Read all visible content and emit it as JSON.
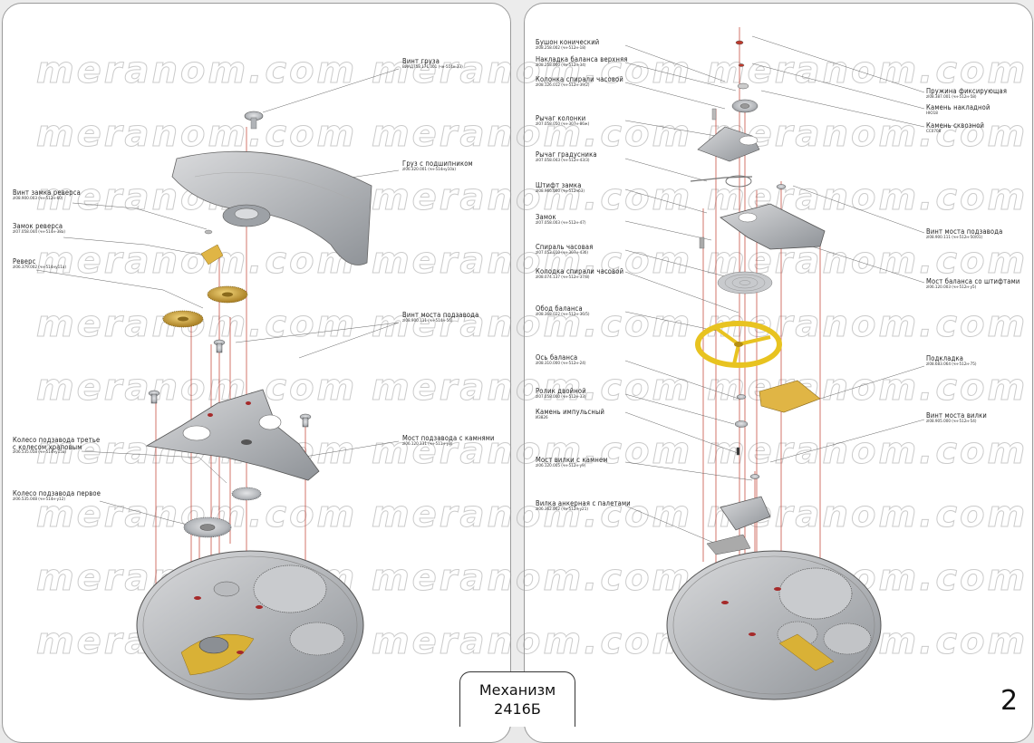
{
  "title": {
    "line1": "Механизм",
    "line2": "2416Б"
  },
  "page_number": "2",
  "watermark": "meranom.com",
  "accent_colors": {
    "leader_line": "#c0392b",
    "brass": "#d6a93a",
    "balance_wheel": "#e8c320",
    "steel": "#b8babd"
  },
  "labels": [
    {
      "text": "Винт груза",
      "code": "ВИАД758.171.001 (чн-514н-33)"
    },
    {
      "text": "Груз с подшипником",
      "code": "zl06.320.001 (чн-514нy10a)"
    },
    {
      "text": "Винт замка реверса",
      "code": "zl08.900.003 (чн-512н-60)"
    },
    {
      "text": "Замок реверса",
      "code": "zl07.058.044 (чн-514н-38a)"
    },
    {
      "text": "Реверс",
      "code": "zl06.379.002 (чн-514нy11a)"
    },
    {
      "text": "Винт моста подзавода",
      "code": "zl08.900.111 (чн-514н-56)"
    },
    {
      "text": "Колесо подзавода третье",
      "text2": "с колесом храповым",
      "code": "zl06.535.058 (чн-514нy15a)"
    },
    {
      "text": "Мост подзавода с камнями",
      "code": "zl06.120.131 (чн-511н-y3)"
    },
    {
      "text": "Колесо подзавода первое",
      "code": "zl06.535.048 (чн-514н-y12)"
    },
    {
      "text": "Бушон конический",
      "code": "zl08.258.002 (чн-512н-18)"
    },
    {
      "text": "Накладка баланса верхняя",
      "code": "zl08.258.000 (чн-512н-34)"
    },
    {
      "text": "Колонка спирали часовой",
      "code": "zl08.126.012 (чн-512н-39/2)"
    },
    {
      "text": "Рычаг колонки",
      "code": "zl07.058.050 (чн-307н-86ж)"
    },
    {
      "text": "Рычаг градусника",
      "code": "zl07.058.043 (чн-512н-43/3)"
    },
    {
      "text": "Штифт замка",
      "code": "zl08.966.000 (чн-512н63)"
    },
    {
      "text": "Замок",
      "code": "zl07.058.003 (чн-512н-47)"
    },
    {
      "text": "Спираль часовая",
      "code": "zl07.053.010 (чн-307н-43б)"
    },
    {
      "text": "Колодка спирали часовой",
      "code": "zl08.074.137 (чн-512н-37/8)"
    },
    {
      "text": "Обод баланса",
      "code": "zl08.368.022 (чн-512н-36/5)"
    },
    {
      "text": "Ось баланса",
      "code": "zl08.310.000 (чн-512н-24)"
    },
    {
      "text": "Ролик двойной",
      "code": "zl07.058.000 (чн-512н-33)"
    },
    {
      "text": "Камень импульсный",
      "code": "И3826"
    },
    {
      "text": "Мост вилки с камнем",
      "code": "zl06.120.005 (чн-512н-y9)"
    },
    {
      "text": "Вилка анкерная с палетами",
      "code": "zl06.362.002 (чн-512н-y21)"
    },
    {
      "text": "Пружина фиксирующая",
      "code": "zl08.387.001 (чн-512н-58)"
    },
    {
      "text": "Камень накладной",
      "code": "НЮ18"
    },
    {
      "text": "Камень сквозной",
      "code": "СС0708"
    },
    {
      "text": "Винт моста подзавода",
      "code": "zl08.900.111 (чн-512н-50/01)"
    },
    {
      "text": "Мост баланса со штифтами",
      "code": "zl06.120.003 (чн-512н-y5)"
    },
    {
      "text": "Подкладка",
      "code": "zl08.683.064 (чн-512н-75)"
    },
    {
      "text": "Винт моста вилки",
      "code": "zl08.905.000 (чн-512н-54)"
    }
  ]
}
